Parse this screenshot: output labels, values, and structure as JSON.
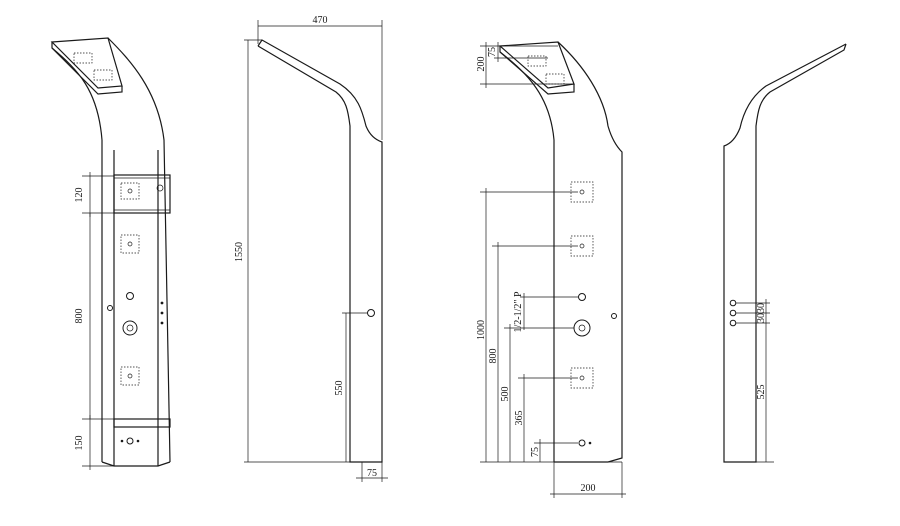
{
  "dimensions": {
    "front_top_panel": "120",
    "front_height": "800",
    "front_bottom_panel": "150",
    "side_width": "470",
    "side_total_height": "1550",
    "side_outlet_height": "550",
    "side_outlet_offset": "75",
    "back_head_200": "200",
    "back_head_75": "75",
    "back_1000": "1000",
    "back_800": "800",
    "back_500": "500",
    "back_365": "365",
    "back_75": "75",
    "back_connector": "1/2-1/2\" P",
    "back_width": "200",
    "right_inlet_spacing_a": "30",
    "right_inlet_spacing_b": "30",
    "right_inlet_height": "525"
  }
}
